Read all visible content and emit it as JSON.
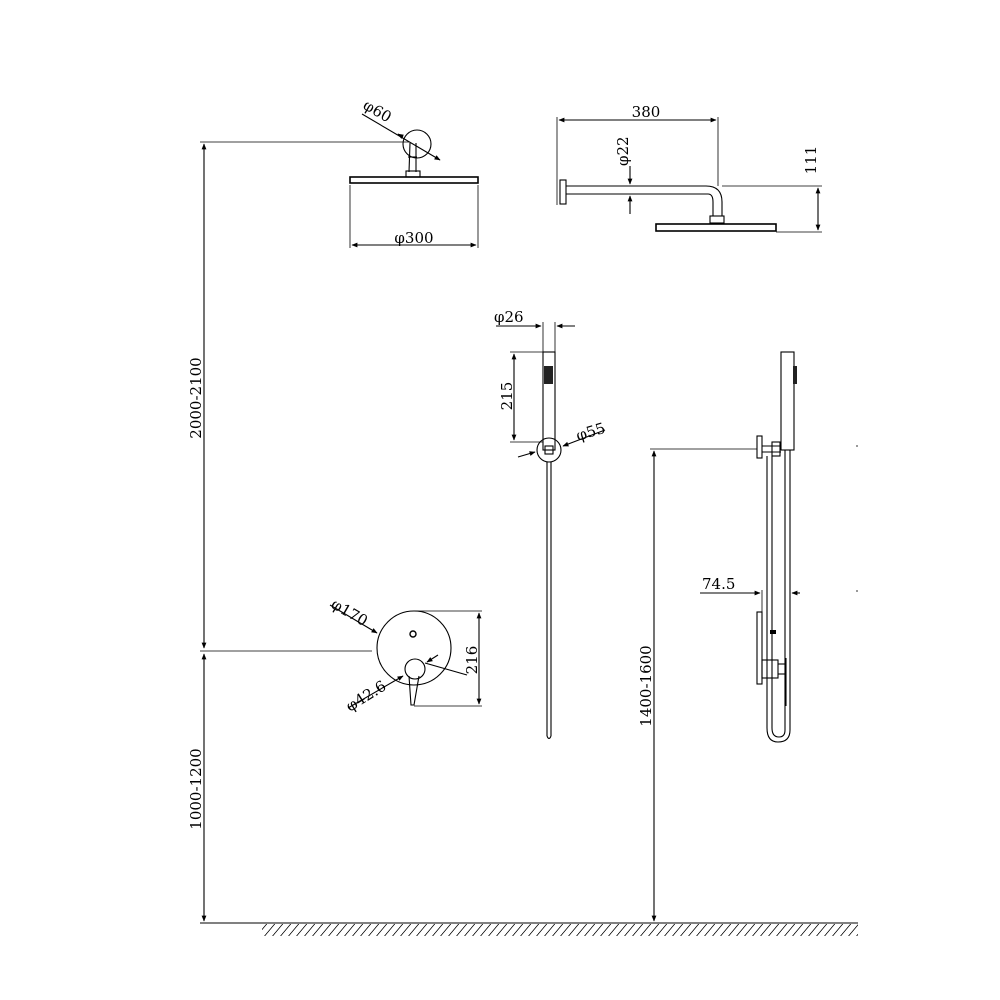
{
  "drawing": {
    "dimensions": {
      "rose_wall_flange": "φ60",
      "rose_head_diameter": "φ300",
      "shower_arm_length": "380",
      "shower_arm_tube": "φ22",
      "arm_drop_height": "111",
      "handset_diameter": "φ26",
      "handset_length": "215",
      "slide_flange": "φ55",
      "mixer_plate": "φ170",
      "mixer_handle_base": "φ42.6",
      "mixer_height": "216",
      "rail_offset": "74.5",
      "rose_install_height": "2000-2100",
      "mixer_install_height": "1000-1200",
      "rail_install_height": "1400-1600"
    }
  }
}
